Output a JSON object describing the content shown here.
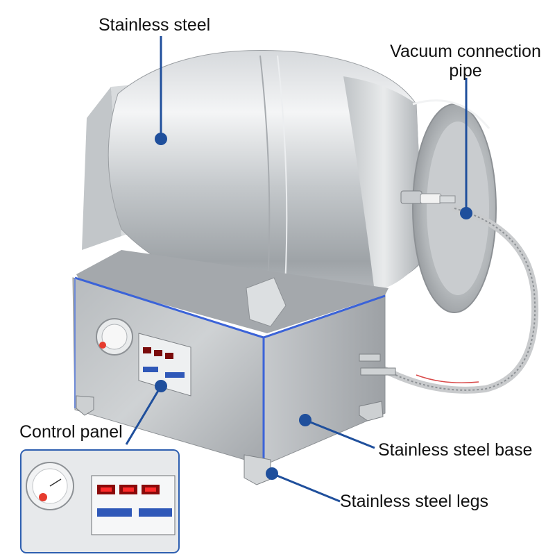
{
  "labels": {
    "stainless_steel": "Stainless steel",
    "vacuum_pipe_line1": "Vacuum connection",
    "vacuum_pipe_line2": "pipe",
    "control_panel": "Control panel",
    "stainless_base": "Stainless steel base",
    "stainless_legs": "Stainless steel legs"
  },
  "colors": {
    "leader_line": "#1f4f9c",
    "steel_light": "#e6e8ea",
    "steel_mid": "#b9bdc1",
    "steel_dark": "#8d9296",
    "accent_blue": "#3b63d8",
    "led_red": "#e11414",
    "inset_border": "#2e5fb0"
  },
  "icons": {
    "dot": "leader-dot-icon"
  }
}
